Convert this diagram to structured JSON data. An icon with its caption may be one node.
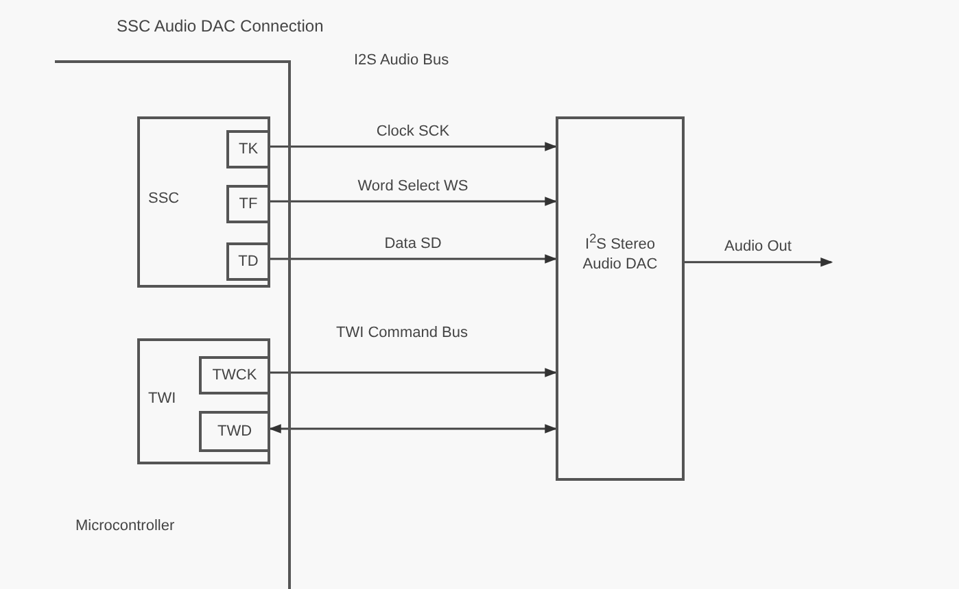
{
  "diagram": {
    "title": "SSC Audio DAC Connection",
    "nodes": [
      {
        "text": [
          "Microcontroller"
        ]
      },
      {
        "text": [
          "SSC"
        ],
        "in": 0
      },
      {
        "text": [
          "TK"
        ],
        "in": 1
      },
      {
        "text": [
          "TF"
        ],
        "in": 1
      },
      {
        "text": [
          "TD"
        ],
        "in": 1
      },
      {
        "text": [
          "TWI"
        ],
        "in": 0
      },
      {
        "text": [
          "TWCK"
        ],
        "in": 5
      },
      {
        "text": [
          "TWD"
        ],
        "in": 5
      },
      {
        "text": [
          "I$^{2}$S Stereo Audio DAC"
        ]
      }
    ],
    "edges": [
      {
        "from": 2,
        "to": 8,
        "arrow": "to",
        "label": "Clock SCK"
      },
      {
        "from": 3,
        "to": 8,
        "arrow": "to",
        "label": "Word Select WS"
      },
      {
        "from": 4,
        "to": 8,
        "arrow": "to",
        "label": "Data SD"
      },
      {
        "from": 6,
        "to": 8,
        "arrow": "to"
      },
      {
        "from": 7,
        "to": 8,
        "arrow": "both"
      },
      {
        "from": 8,
        "to": null,
        "arrow": "to",
        "label": "Audio Out"
      }
    ],
    "labels": [
      "I2S Audio Bus",
      "TWI Command Bus"
    ]
  }
}
